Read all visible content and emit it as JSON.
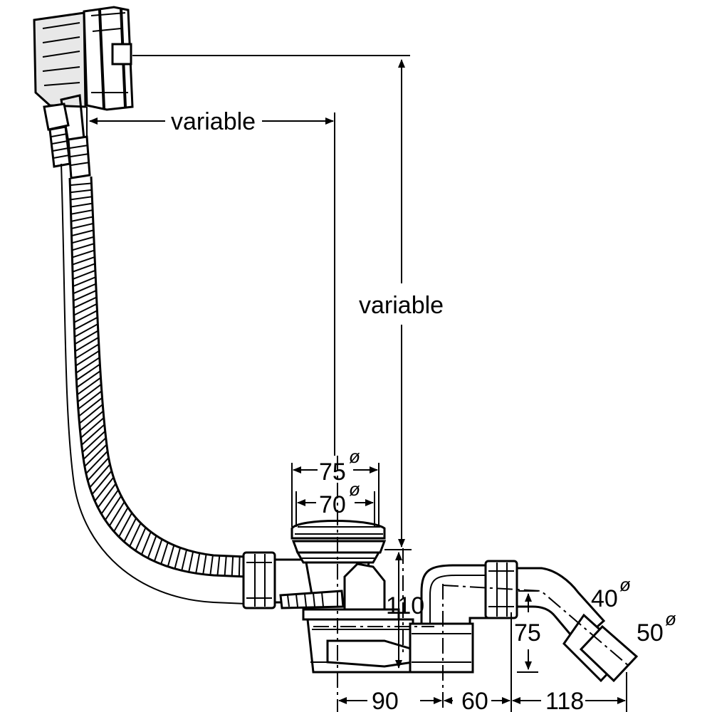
{
  "labels": {
    "variable_horizontal": "variable",
    "variable_vertical": "variable",
    "dim_75_diameter": "75",
    "dim_70_diameter": "70",
    "dim_110": "110",
    "dim_75_height": "75",
    "dim_90": "90",
    "dim_60": "60",
    "dim_118": "118",
    "dim_40_diameter": "40",
    "dim_50_diameter": "50",
    "diameter_symbol": "ø"
  }
}
